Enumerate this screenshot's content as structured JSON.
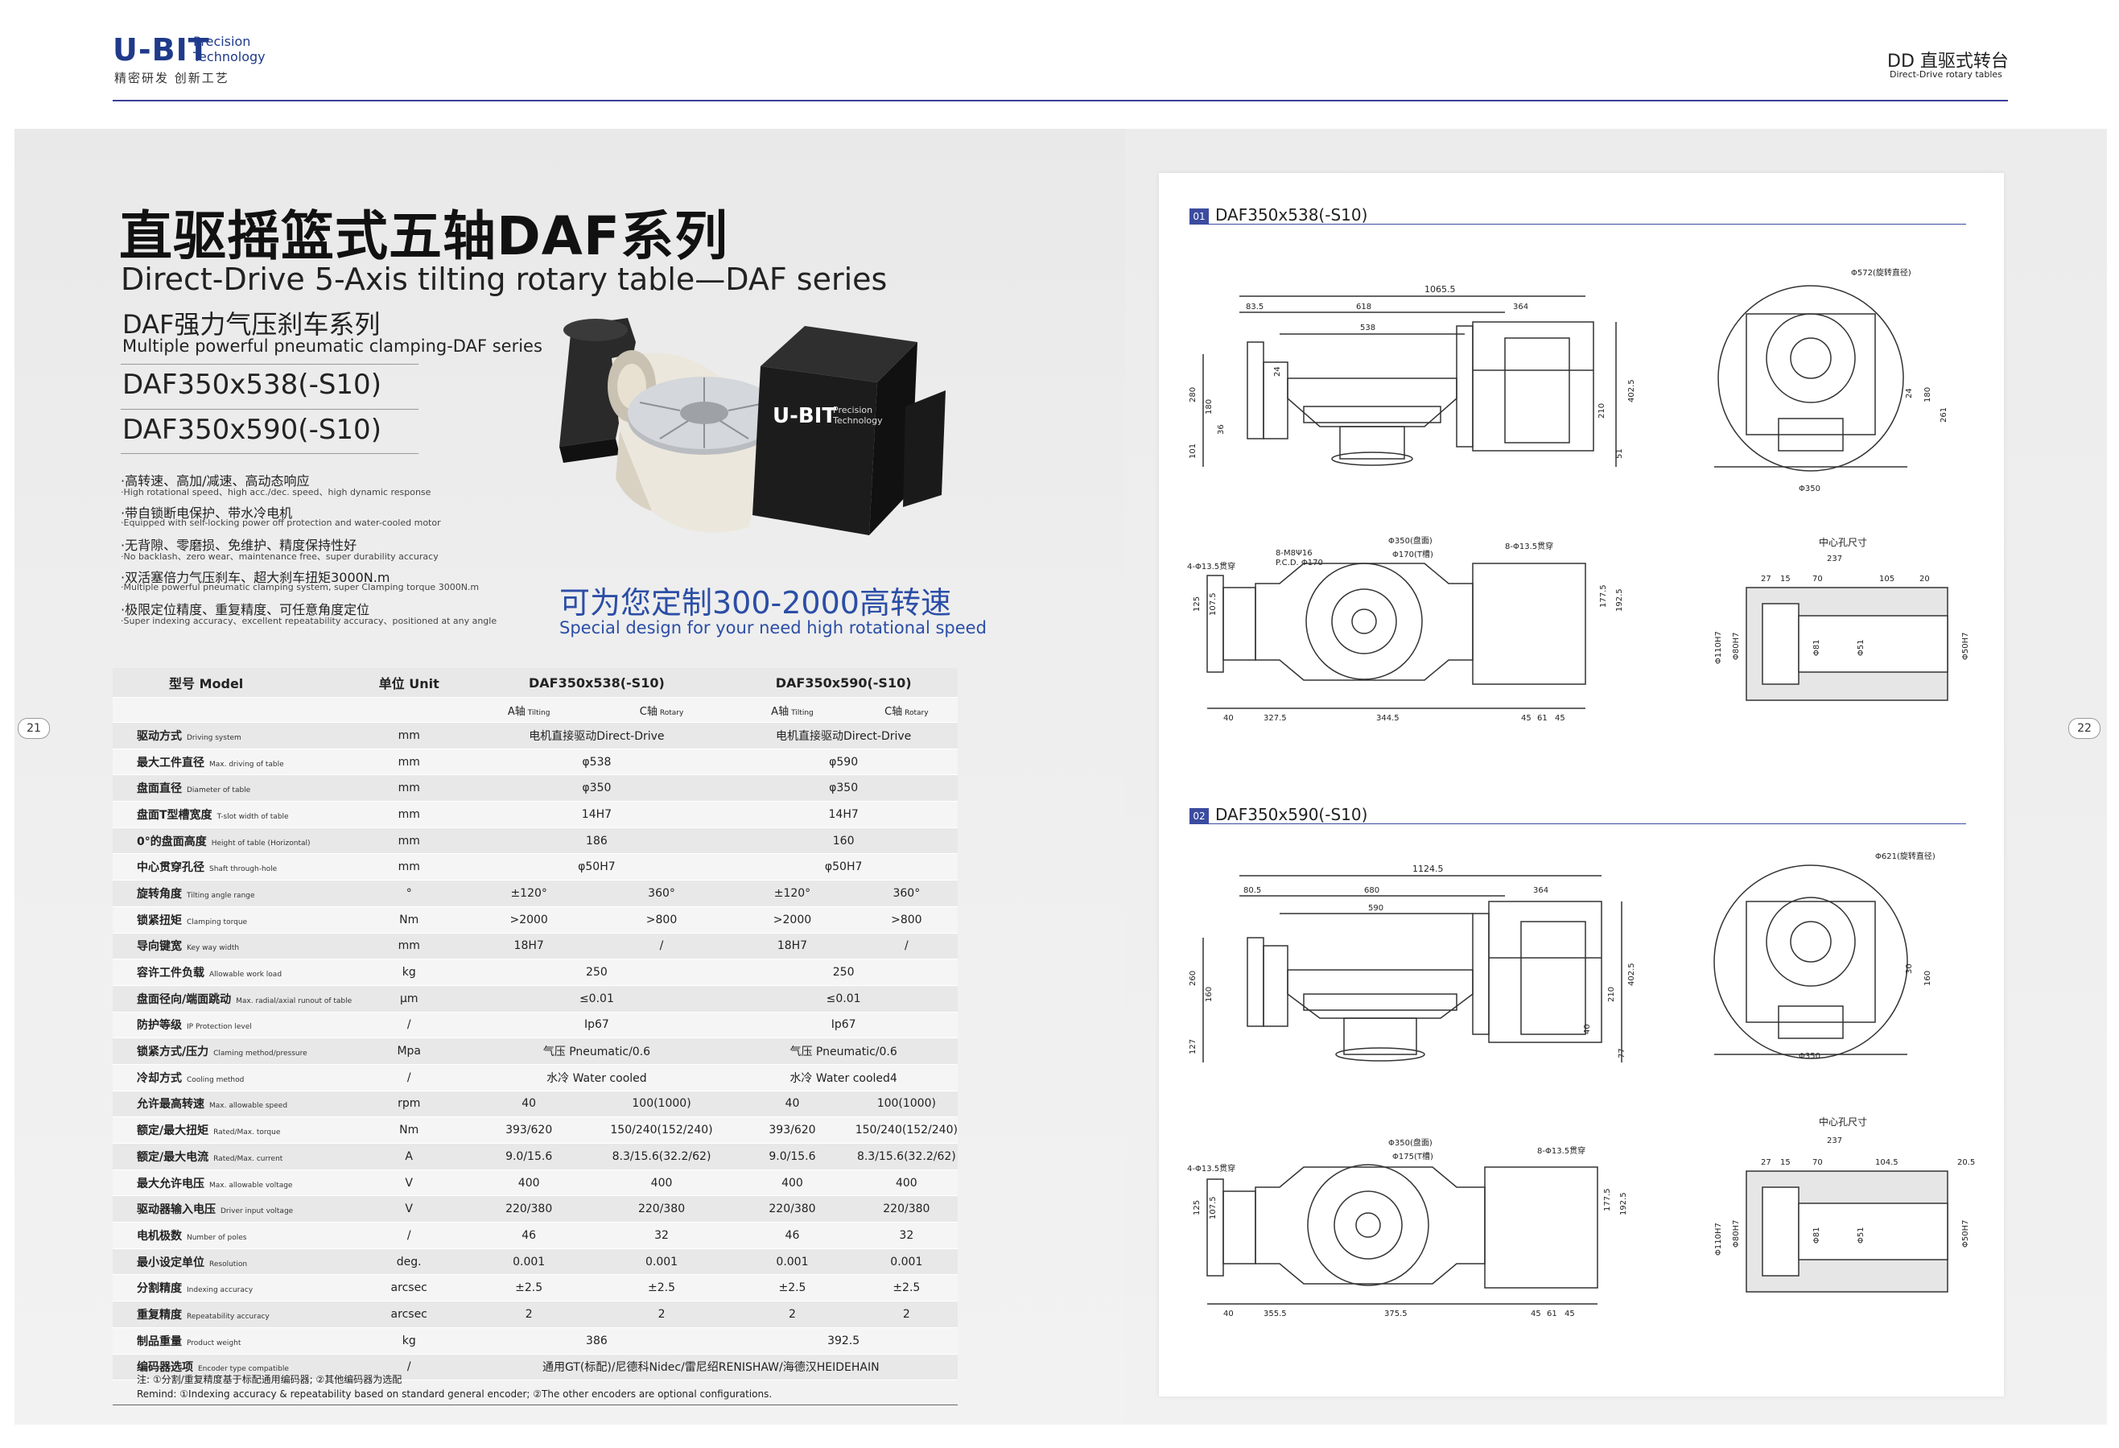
{
  "header": {
    "logo_main": "U-BIT",
    "logo_sub": "Precision Technology",
    "logo_slogan": "精密研发 创新工艺",
    "section_cn": "DD 直驱式转台",
    "section_en": "Direct-Drive rotary tables"
  },
  "page_numbers": {
    "left": "21",
    "right": "22"
  },
  "title": {
    "cn": "直驱摇篮式五轴DAF系列",
    "en": "Direct-Drive 5-Axis tilting rotary table—DAF series",
    "sub_cn": "DAF强力气压刹车系列",
    "sub_en": "Multiple powerful pneumatic clamping-DAF series"
  },
  "models": [
    "DAF350x538(-S10)",
    "DAF350x590(-S10)"
  ],
  "features": [
    {
      "cn": "·高转速、高加/减速、高动态响应",
      "en": "·High rotational speed、high acc./dec. speed、high dynamic response"
    },
    {
      "cn": "·带自锁断电保护、带水冷电机",
      "en": "·Equipped with self-locking power off protection and water-cooled motor"
    },
    {
      "cn": "·无背隙、零磨损、免维护、精度保持性好",
      "en": "·No backlash、zero wear、maintenance free、super durability accuracy"
    },
    {
      "cn": "·双活塞倍力气压刹车、超大刹车扭矩3000N.m",
      "en": "·Multiple powerful pneumatic clamping system, super Clamping torque 3000N.m"
    },
    {
      "cn": "·极限定位精度、重复精度、可任意角度定位",
      "en": "·Super indexing accuracy、excellent repeatability accuracy、positioned at any angle"
    }
  ],
  "custom": {
    "cn": "可为您定制300-2000高转速",
    "en": "Special design for your need high rotational speed"
  },
  "product_image": {
    "logo_main": "U-BIT",
    "logo_sub_1": "Precision",
    "logo_sub_2": "Technology"
  },
  "spec_table": {
    "header": {
      "model": "型号 Model",
      "unit": "单位 Unit",
      "m1": "DAF350x538(-S10)",
      "m2": "DAF350x590(-S10)"
    },
    "axis_header": {
      "a_cn": "A轴",
      "a_en": "Tilting",
      "c_cn": "C轴",
      "c_en": "Rotary"
    },
    "rows": [
      {
        "cn": "驱动方式",
        "en": "Driving system",
        "unit": "mm",
        "m1": "电机直接驱动Direct-Drive",
        "m2": "电机直接驱动Direct-Drive"
      },
      {
        "cn": "最大工件直径",
        "en": "Max. driving of table",
        "unit": "mm",
        "m1": "φ538",
        "m2": "φ590"
      },
      {
        "cn": "盘面直径",
        "en": "Diameter of table",
        "unit": "mm",
        "m1": "φ350",
        "m2": "φ350"
      },
      {
        "cn": "盘面T型槽宽度",
        "en": "T-slot width of table",
        "unit": "mm",
        "m1": "14H7",
        "m2": "14H7"
      },
      {
        "cn": "0°的盘面高度",
        "en": "Height of table (Horizontal)",
        "unit": "mm",
        "m1": "186",
        "m2": "160"
      },
      {
        "cn": "中心贯穿孔径",
        "en": "Shaft through-hole",
        "unit": "mm",
        "m1": "φ50H7",
        "m2": "φ50H7"
      },
      {
        "cn": "旋转角度",
        "en": "Tilting angle range",
        "unit": "°",
        "m1a": "±120°",
        "m1c": "360°",
        "m2a": "±120°",
        "m2c": "360°"
      },
      {
        "cn": "锁紧扭矩",
        "en": "Clamping torque",
        "unit": "Nm",
        "m1a": ">2000",
        "m1c": ">800",
        "m2a": ">2000",
        "m2c": ">800"
      },
      {
        "cn": "导向键宽",
        "en": "Key way width",
        "unit": "mm",
        "m1a": "18H7",
        "m1c": "/",
        "m2a": "18H7",
        "m2c": "/"
      },
      {
        "cn": "容许工件负载",
        "en": "Allowable work load",
        "unit": "kg",
        "m1": "250",
        "m2": "250"
      },
      {
        "cn": "盘面径向/端面跳动",
        "en": "Max. radial/axial runout of table",
        "unit": "μm",
        "m1": "≤0.01",
        "m2": "≤0.01"
      },
      {
        "cn": "防护等级",
        "en": "IP Protection level",
        "unit": "/",
        "m1": "Ip67",
        "m2": "Ip67"
      },
      {
        "cn": "锁紧方式/压力",
        "en": "Claming method/pressure",
        "unit": "Mpa",
        "m1": "气压 Pneumatic/0.6",
        "m2": "气压 Pneumatic/0.6"
      },
      {
        "cn": "冷却方式",
        "en": "Cooling method",
        "unit": "/",
        "m1": "水冷 Water cooled",
        "m2": "水冷 Water cooled4"
      },
      {
        "cn": "允许最高转速",
        "en": "Max. allowable speed",
        "unit": "rpm",
        "m1a": "40",
        "m1c": "100(1000)",
        "m2a": "40",
        "m2c": "100(1000)"
      },
      {
        "cn": "额定/最大扭矩",
        "en": "Rated/Max. torque",
        "unit": "Nm",
        "m1a": "393/620",
        "m1c": "150/240(152/240)",
        "m2a": "393/620",
        "m2c": "150/240(152/240)"
      },
      {
        "cn": "额定/最大电流",
        "en": "Rated/Max. current",
        "unit": "A",
        "m1a": "9.0/15.6",
        "m1c": "8.3/15.6(32.2/62)",
        "m2a": "9.0/15.6",
        "m2c": "8.3/15.6(32.2/62)"
      },
      {
        "cn": "最大允许电压",
        "en": "Max. allowable voltage",
        "unit": "V",
        "m1a": "400",
        "m1c": "400",
        "m2a": "400",
        "m2c": "400"
      },
      {
        "cn": "驱动器输入电压",
        "en": "Driver input voltage",
        "unit": "V",
        "m1a": "220/380",
        "m1c": "220/380",
        "m2a": "220/380",
        "m2c": "220/380"
      },
      {
        "cn": "电机极数",
        "en": "Number of poles",
        "unit": "/",
        "m1a": "46",
        "m1c": "32",
        "m2a": "46",
        "m2c": "32"
      },
      {
        "cn": "最小设定单位",
        "en": "Resolution",
        "unit": "deg.",
        "m1a": "0.001",
        "m1c": "0.001",
        "m2a": "0.001",
        "m2c": "0.001"
      },
      {
        "cn": "分割精度",
        "en": "Indexing accuracy",
        "unit": "arcsec",
        "m1a": "±2.5",
        "m1c": "±2.5",
        "m2a": "±2.5",
        "m2c": "±2.5"
      },
      {
        "cn": "重复精度",
        "en": "Repeatability accuracy",
        "unit": "arcsec",
        "m1a": "2",
        "m1c": "2",
        "m2a": "2",
        "m2c": "2"
      },
      {
        "cn": "制品重量",
        "en": "Product weight",
        "unit": "kg",
        "m1": "386",
        "m2": "392.5"
      },
      {
        "cn": "编码器选项",
        "en": "Encoder type compatible",
        "unit": "/",
        "all": "通用GT(标配)/尼德科Nidec/雷尼绍RENISHAW/海德汉HEIDEHAIN"
      }
    ],
    "notes": [
      "注: ①分割/重复精度基于标配通用编码器; ②其他编码器为选配",
      "Remind: ①Indexing accuracy & repeatability based on standard general encoder; ②The other encoders are optional configurations."
    ]
  },
  "drawings": [
    {
      "num": "01",
      "title": "DAF350x538(-S10)",
      "front_dims": {
        "total": "1065.5",
        "d1": "83.5",
        "d2": "618",
        "d3": "364",
        "d4": "538",
        "h1": "280",
        "h2": "180",
        "h3": "101",
        "h4": "36",
        "h5": "24",
        "h6": "210",
        "h7": "402.5",
        "h8": "51"
      },
      "side_dims": {
        "swing": "Φ572(旋转直径)",
        "h1": "24",
        "h2": "180",
        "h3": "261",
        "d": "Φ350"
      },
      "top_dims": {
        "holes": "4-Φ13.5贯穿",
        "bolts": "8-M8Ψ16",
        "pcd": "P.C.D. Φ170",
        "d1": "Φ350(盘面)",
        "d2": "Φ170(T槽)",
        "holes2": "8-Φ13.5贯穿",
        "w1": "40",
        "w2": "327.5",
        "w3": "344.5",
        "w4": "45",
        "w5": "61",
        "w6": "45",
        "h1": "125",
        "h2": "107.5",
        "h3": "177.5",
        "h4": "192.5"
      },
      "section": {
        "title": "中心孔尺寸",
        "total": "237",
        "a": "27",
        "b": "15",
        "c": "70",
        "d": "105",
        "e": "20",
        "d1": "Φ110H7",
        "d2": "Φ80H7",
        "d3": "Φ81",
        "d4": "Φ51",
        "d5": "Φ50H7"
      }
    },
    {
      "num": "02",
      "title": "DAF350x590(-S10)",
      "front_dims": {
        "total": "1124.5",
        "d1": "80.5",
        "d2": "680",
        "d3": "364",
        "d4": "590",
        "h1": "260",
        "h2": "160",
        "h3": "127",
        "h4": "40",
        "h5": "210",
        "h6": "402.5",
        "h7": "77"
      },
      "side_dims": {
        "swing": "Φ621(旋转直径)",
        "h1": "30",
        "h2": "160",
        "d": "Φ350"
      },
      "top_dims": {
        "holes": "4-Φ13.5贯穿",
        "d1": "Φ350(盘面)",
        "d2": "Φ175(T槽)",
        "holes2": "8-Φ13.5贯穿",
        "w1": "40",
        "w2": "355.5",
        "w3": "375.5",
        "w4": "45",
        "w5": "61",
        "w6": "45",
        "h1": "125",
        "h2": "107.5",
        "h3": "177.5",
        "h4": "192.5"
      },
      "section": {
        "title": "中心孔尺寸",
        "total": "237",
        "a": "27",
        "b": "15",
        "c": "70",
        "d": "104.5",
        "e": "20.5",
        "d1": "Φ110H7",
        "d2": "Φ80H7",
        "d3": "Φ81",
        "d4": "Φ51",
        "d5": "Φ50H7"
      }
    }
  ]
}
